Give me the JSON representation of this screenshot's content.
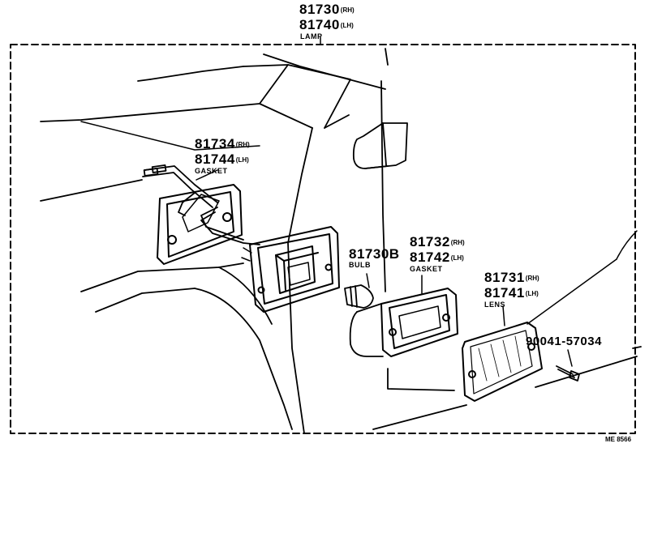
{
  "lamp": {
    "rh_number": "81730",
    "rh_side": "(RH)",
    "lh_number": "81740",
    "lh_side": "(LH)",
    "name": "LAMP"
  },
  "gasket_rear": {
    "rh_number": "81734",
    "rh_side": "(RH)",
    "lh_number": "81744",
    "lh_side": "(LH)",
    "name": "GASKET"
  },
  "bulb": {
    "number": "81730B",
    "name": "BULB"
  },
  "gasket_front": {
    "rh_number": "81732",
    "rh_side": "(RH)",
    "lh_number": "81742",
    "lh_side": "(LH)",
    "name": "GASKET"
  },
  "lens": {
    "rh_number": "81731",
    "rh_side": "(RH)",
    "lh_number": "81741",
    "lh_side": "(LH)",
    "name": "LENS"
  },
  "screw": {
    "number": "90041-57034"
  },
  "drawing_code": "ME 8566"
}
